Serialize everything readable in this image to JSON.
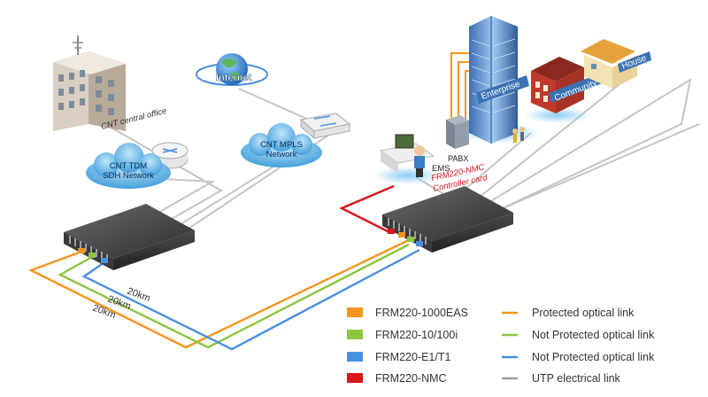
{
  "labels": {
    "central_office": "CNT central office",
    "internet": "Internet",
    "tdm_line1": "CNT TDM",
    "tdm_line2": "SDH Network",
    "mpls_line1": "CNT MPLS",
    "mpls_line2": "Network",
    "enterprise": "Enterprise",
    "community": "Community",
    "house": "House",
    "pabx": "PABX",
    "ems": "EMS",
    "nmc_line1": "FRM220-NMC",
    "nmc_line2": "Controller card",
    "distance_1": "20km",
    "distance_2": "20km",
    "distance_3": "20km"
  },
  "legend": {
    "devices": [
      {
        "label": "FRM220-1000EAS",
        "color": "#f7941d"
      },
      {
        "label": "FRM220-10/100i",
        "color": "#8dc63f"
      },
      {
        "label": "FRM220-E1/T1",
        "color": "#4a90e2"
      },
      {
        "label": "FRM220-NMC",
        "color": "#d7141a"
      }
    ],
    "links": [
      {
        "label": "Protected optical link",
        "color": "#f7941d"
      },
      {
        "label": "Not Protected optical link",
        "color": "#8dc63f"
      },
      {
        "label": "Not Protected optical link",
        "color": "#4a90e2"
      },
      {
        "label": "UTP electrical link",
        "color": "#9e9e9e"
      }
    ]
  },
  "colors": {
    "orange": "#f7941d",
    "green": "#8dc63f",
    "blue": "#4a90e2",
    "red": "#d7141a",
    "gray": "#c4c4c4",
    "cloud": "#5ab4e8"
  }
}
